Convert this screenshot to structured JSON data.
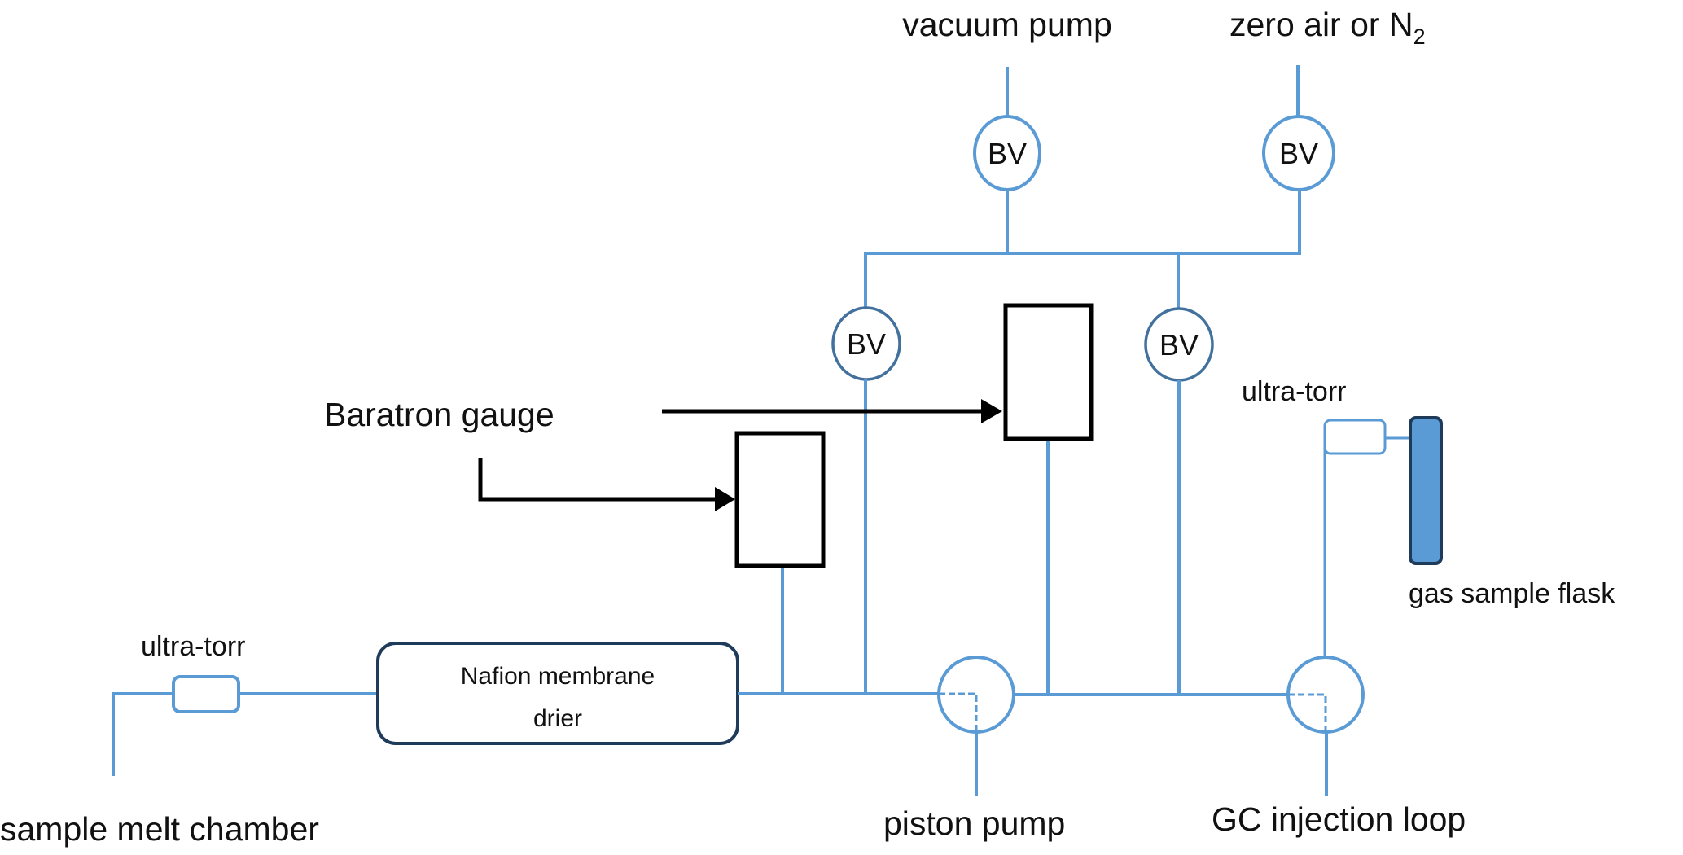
{
  "diagram": {
    "type": "gas handling / vacuum line schematic",
    "colors": {
      "pipe": "#5b9bd5",
      "lower_valve_outline": "#41719c",
      "drier_outline": "#1f3b5a",
      "flask_fill": "#5b9bd5",
      "gauge_outline": "#000000"
    },
    "labels": {
      "vacuum_pump": "vacuum pump",
      "zero_air_prefix": "zero air or N",
      "zero_air_subscript": "2",
      "baratron_gauge": "Baratron gauge",
      "ultra_torr_left": "ultra-torr",
      "ultra_torr_right": "ultra-torr",
      "gas_sample_flask": "gas sample flask",
      "nafion_line1": "Nafion membrane",
      "nafion_line2": "drier",
      "sample_melt_chamber": "sample melt chamber",
      "piston_pump": "piston pump",
      "gc_injection_loop": "GC injection loop"
    },
    "valves": [
      {
        "id": "bv-vacuum",
        "label": "BV",
        "connects": "vacuum pump"
      },
      {
        "id": "bv-zero-air",
        "label": "BV",
        "connects": "zero air or N2"
      },
      {
        "id": "bv-left",
        "label": "BV",
        "connects": "manifold to main line (left)"
      },
      {
        "id": "bv-right",
        "label": "BV",
        "connects": "manifold to main line (right)"
      }
    ],
    "three_way_valves": [
      {
        "id": "valve-piston-pump",
        "connects": "piston pump"
      },
      {
        "id": "valve-gc-injection",
        "connects": "GC injection loop"
      }
    ],
    "gauges": [
      {
        "id": "baratron-gauge-1"
      },
      {
        "id": "baratron-gauge-2"
      }
    ],
    "nodes": [
      {
        "label": "sample melt chamber",
        "connects_to": [
          "ultra-torr (left)"
        ]
      },
      {
        "label": "ultra-torr (left)",
        "connects_to": [
          "sample melt chamber",
          "Nafion membrane drier"
        ]
      },
      {
        "label": "Nafion membrane drier",
        "connects_to": [
          "ultra-torr (left)",
          "main line"
        ]
      },
      {
        "label": "main line",
        "connects_to": [
          "Baratron gauge 1",
          "BV (left)",
          "piston pump valve",
          "Baratron gauge 2",
          "BV (right)",
          "GC injection loop valve"
        ]
      },
      {
        "label": "GC injection loop valve",
        "connects_to": [
          "main line",
          "GC injection loop",
          "ultra-torr (right)"
        ]
      },
      {
        "label": "ultra-torr (right)",
        "connects_to": [
          "GC injection loop valve",
          "gas sample flask"
        ]
      },
      {
        "label": "manifold",
        "connects_to": [
          "BV (left)",
          "BV (right)",
          "BV (vacuum pump)",
          "BV (zero air or N2)"
        ]
      }
    ]
  }
}
